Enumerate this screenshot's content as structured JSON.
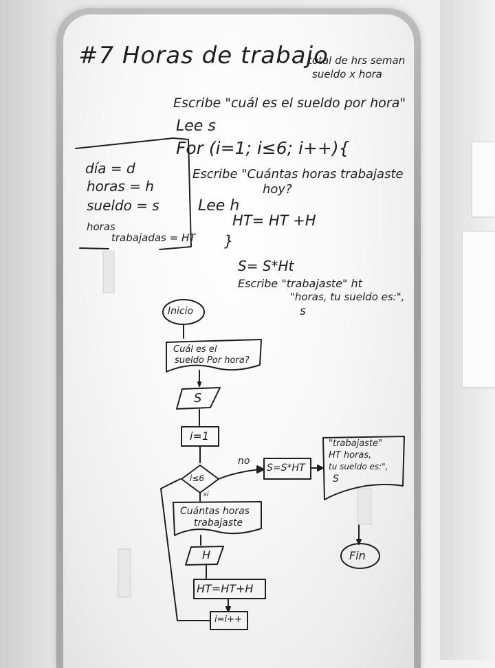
{
  "title": "#7 Horas de trabajo",
  "side_note": [
    "total de hrs seman",
    "sueldo x hora"
  ],
  "pseudocode": {
    "line1": "Escribe \"cuál es el sueldo por hora\"",
    "line2": "Lee s",
    "line3": "For (i=1; i≤6; i++){",
    "line4a": "Escribe \"Cuántas horas trabajaste",
    "line4b": "hoy?",
    "line5": "Lee h",
    "line6": "HT= HT +H",
    "line7": "}",
    "line8": "S= S*Ht",
    "line9a": "Escribe \"trabajaste\" ht",
    "line9b": "\"horas, tu sueldo es:\",",
    "line9c": "s"
  },
  "variables": [
    "día = d",
    "horas = h",
    "sueldo = s",
    "horas",
    "trabajadas = HT"
  ],
  "flowchart": {
    "start": "Inicio",
    "ask_wage": [
      "Cuál es el",
      "sueldo Por hora?"
    ],
    "read_s": "S",
    "init_i": "i=1",
    "condition": "i≤6",
    "label_no": "no",
    "label_yes": "sí",
    "ask_hours": [
      "Cuántas horas",
      "trabajaste"
    ],
    "read_h": "H",
    "sum": "HT=HT+H",
    "increment": "i=i++",
    "compute": "S=S*HT",
    "output": [
      "\"trabajaste\"",
      "HT horas,",
      "tu sueldo es:\",",
      "S"
    ],
    "end": "Fin"
  },
  "colors": {
    "ink": "#1e1e1e",
    "frame": "#a8a8a8",
    "board": "#f8f8f8"
  }
}
